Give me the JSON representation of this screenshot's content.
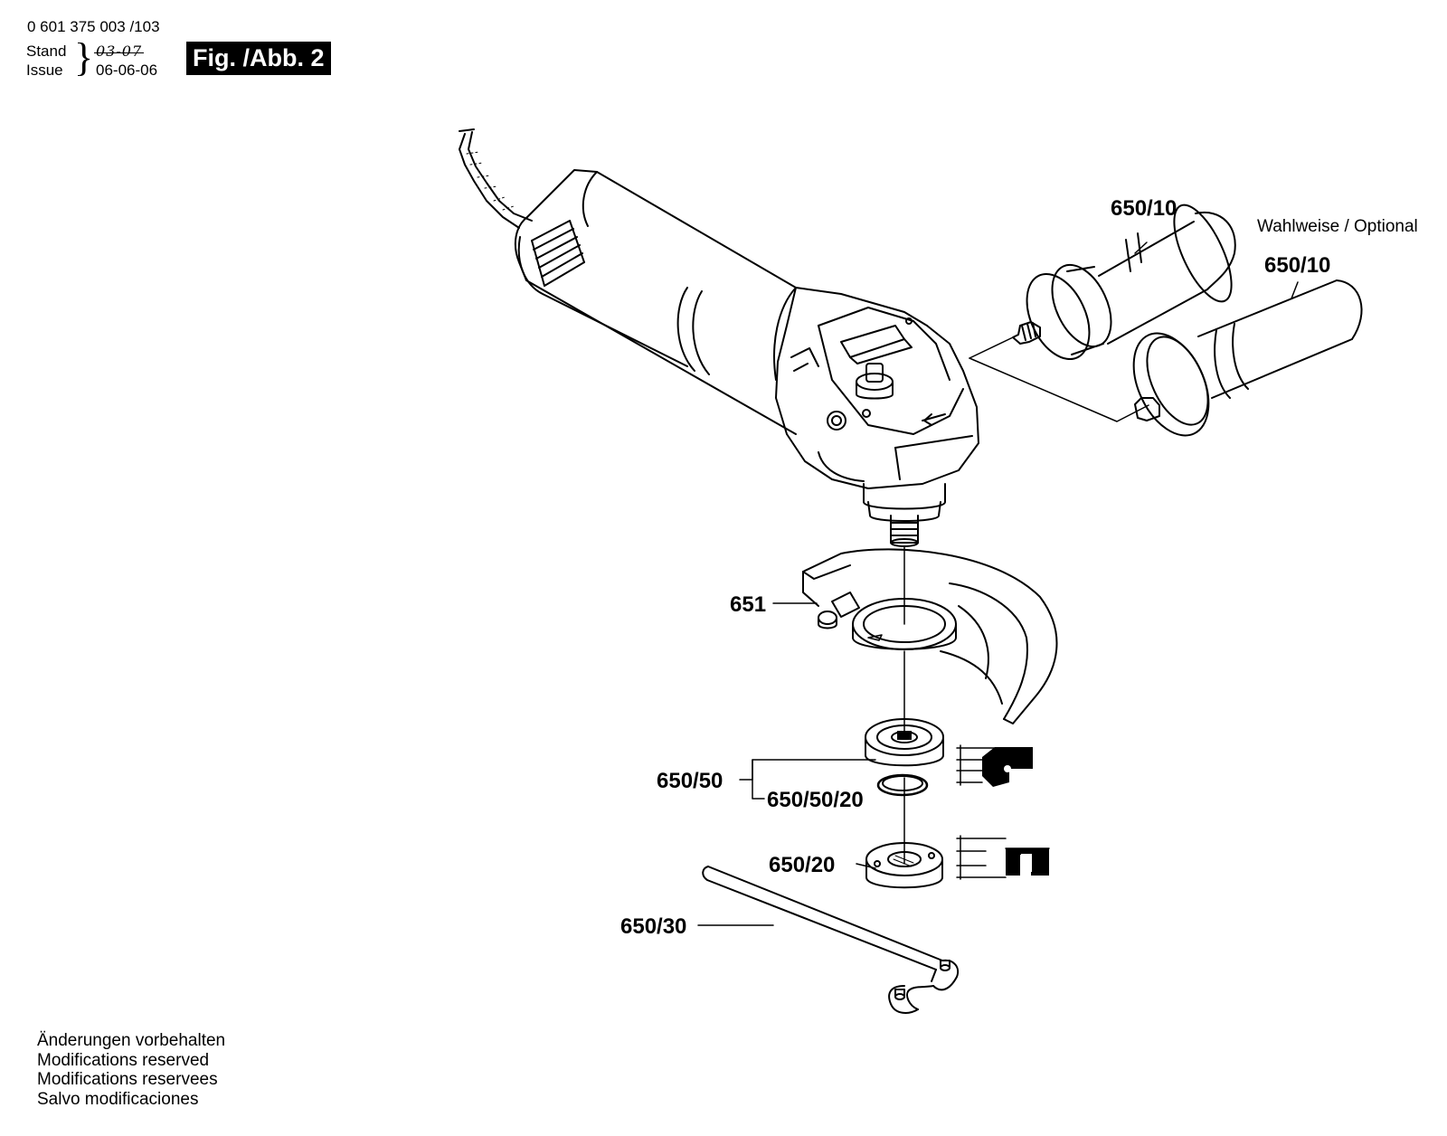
{
  "header": {
    "part_number": "0 601 375 003 /103",
    "stand_label": "Stand",
    "issue_label": "Issue",
    "stand_date": "03-07",
    "issue_date": "06-06-06",
    "figure_label": "Fig. /Abb. 2"
  },
  "callouts": {
    "handle_a": "650/10",
    "handle_b": "650/10",
    "optional_note": "Wahlweise / Optional",
    "guard": "651",
    "flange": "650/50",
    "o_ring": "650/50/20",
    "clamp_nut": "650/20",
    "spanner": "650/30"
  },
  "footer": {
    "lines": [
      "Änderungen vorbehalten",
      "Modifications reserved",
      "Modifications reservees",
      "Salvo modificaciones"
    ]
  }
}
